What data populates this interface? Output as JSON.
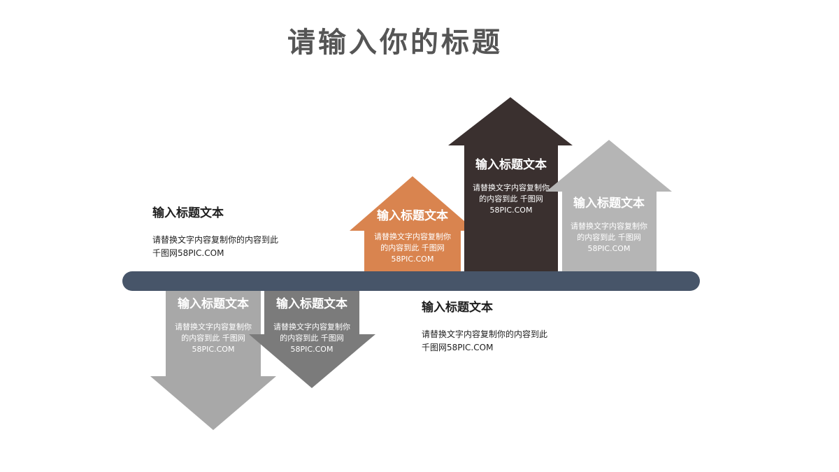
{
  "title": "请输入你的标题",
  "colors": {
    "timeline": "#475569",
    "orange": "#d9844f",
    "dark": "#3a302f",
    "light_gray": "#b5b5b5",
    "mid_gray": "#a8a8a8",
    "dark_gray": "#7b7b7b"
  },
  "arrows": [
    {
      "id": "up-orange",
      "direction": "up",
      "title": "输入标题文本",
      "body": [
        "请替换文字内容复制你",
        "的内容到此 千图网",
        "58PIC.COM"
      ]
    },
    {
      "id": "up-dark",
      "direction": "up",
      "title": "输入标题文本",
      "body": [
        "请替换文字内容复制你",
        "的内容到此 千图网",
        "58PIC.COM"
      ]
    },
    {
      "id": "up-light",
      "direction": "up",
      "title": "输入标题文本",
      "body": [
        "请替换文字内容复制你",
        "的内容到此 千图网",
        "58PIC.COM"
      ]
    },
    {
      "id": "down-gray",
      "direction": "down",
      "title": "输入标题文本",
      "body": [
        "请替换文字内容复制你",
        "的内容到此 千图网",
        "58PIC.COM"
      ]
    },
    {
      "id": "down-dark-gray",
      "direction": "down",
      "title": "输入标题文本",
      "body": [
        "请替换文字内容复制你",
        "的内容到此 千图网",
        "58PIC.COM"
      ]
    }
  ],
  "descriptions": {
    "upper": {
      "title": "输入标题文本",
      "body": [
        "请替换文字内容复制你的内容到此",
        "千图网58PIC.COM"
      ]
    },
    "lower": {
      "title": "输入标题文本",
      "body": [
        "请替换文字内容复制你的内容到此",
        "千图网58PIC.COM"
      ]
    }
  }
}
